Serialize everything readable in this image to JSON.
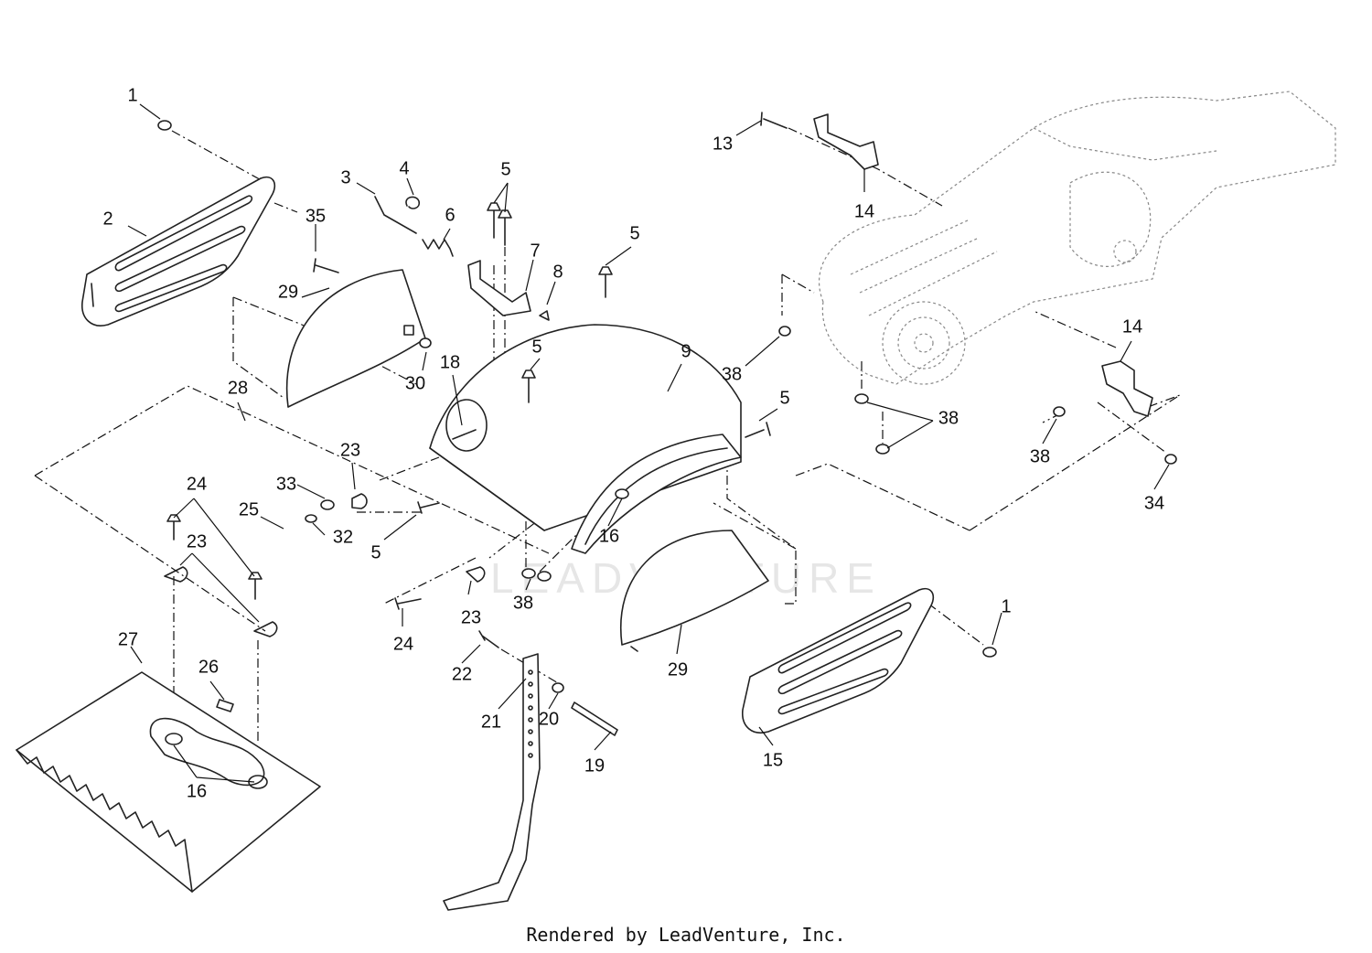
{
  "diagram": {
    "watermark": "LEADVENTURE",
    "callouts": [
      "1",
      "2",
      "3",
      "4",
      "5",
      "6",
      "7",
      "8",
      "9",
      "13",
      "14",
      "15",
      "16",
      "18",
      "19",
      "20",
      "21",
      "22",
      "23",
      "24",
      "25",
      "26",
      "27",
      "28",
      "29",
      "30",
      "32",
      "33",
      "34",
      "35",
      "38"
    ]
  },
  "footer": {
    "text": "Rendered by LeadVenture, Inc."
  },
  "colors": {
    "ink": "#222222",
    "ghost": "#888888",
    "background": "#ffffff"
  }
}
